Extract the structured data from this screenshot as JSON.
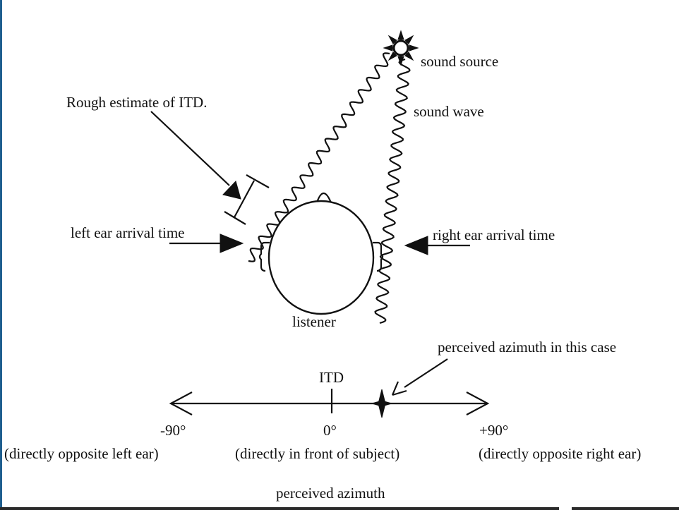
{
  "labels": {
    "sound_source": "sound source",
    "sound_wave": "sound wave",
    "itd_estimate": "Rough estimate of ITD.",
    "left_arrival": "left ear arrival time",
    "right_arrival": "right ear arrival time",
    "listener": "listener",
    "perceived_case": "perceived azimuth in this case",
    "itd_tick": "ITD",
    "neg90": "-90°",
    "zero": "0°",
    "pos90": "+90°",
    "left_desc": "(directly opposite left ear)",
    "center_desc": "(directly in front of subject)",
    "right_desc": "(directly opposite right ear)",
    "axis_title": "perceived azimuth"
  },
  "colors": {
    "ink": "#111111",
    "background": "#ffffff"
  },
  "icons": {
    "source": "sun-icon"
  }
}
